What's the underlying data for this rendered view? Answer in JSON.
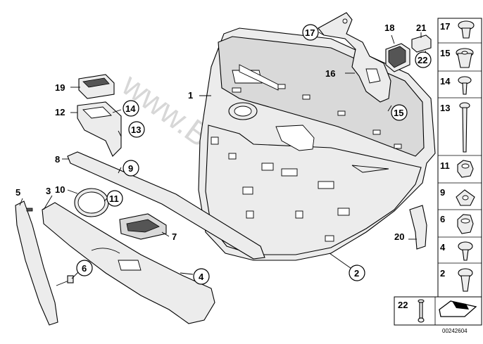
{
  "watermark": "www.BMWstore.pl",
  "diagram_number": "00242604",
  "callouts": {
    "c1": "1",
    "c2": "2",
    "c3": "3",
    "c4": "4",
    "c5": "5",
    "c6": "6",
    "c7": "7",
    "c8": "8",
    "c9": "9",
    "c10": "10",
    "c11": "11",
    "c12": "12",
    "c13": "13",
    "c14": "14",
    "c15": "15",
    "c16": "16",
    "c17": "17",
    "c18": "18",
    "c19": "19",
    "c20": "20",
    "c21": "21",
    "c22": "22"
  },
  "fastener_sidebar": [
    "17",
    "15",
    "14",
    "13",
    "11",
    "9",
    "6",
    "4",
    "2"
  ],
  "bottom_box_label": "22"
}
